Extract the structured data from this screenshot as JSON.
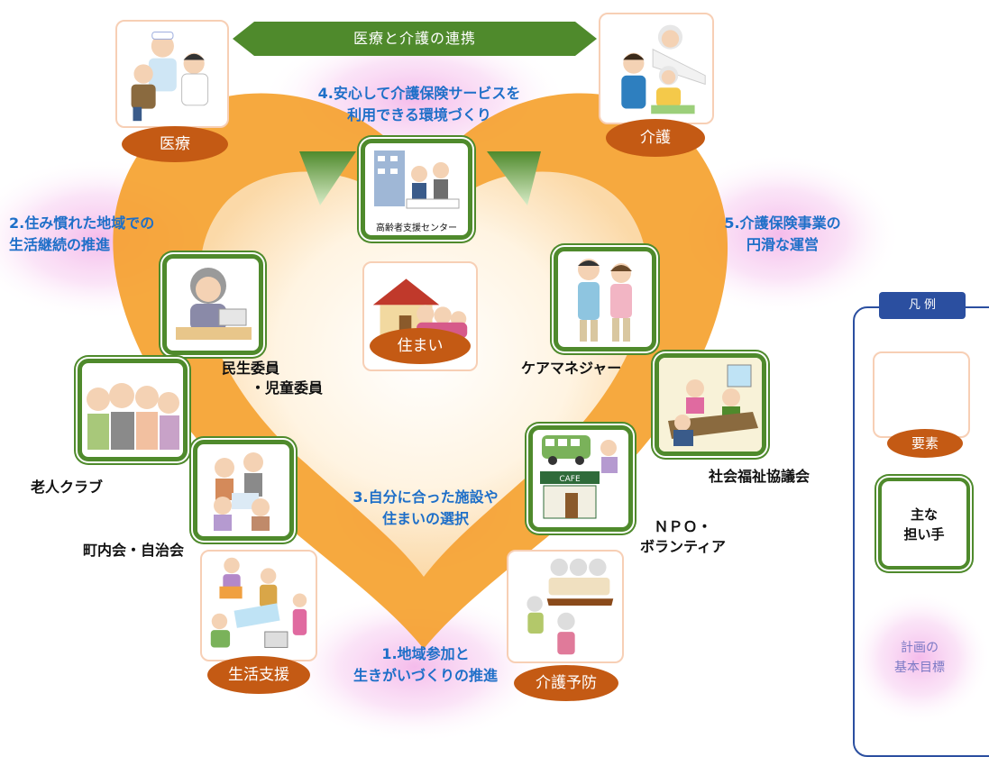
{
  "banner": "医療と介護の連携",
  "goals": {
    "g1": "1.地域参加と\n生きがいづくりの推進",
    "g2": "2.住み慣れた地域での\n生活継続の推進",
    "g3": "3.自分に合った施設や\n住まいの選択",
    "g4": "4.安心して介護保険サービスを\n利用できる環境づくり",
    "g5": "5.介護保険事業の\n円滑な運営"
  },
  "elements": {
    "iryo": "医療",
    "kaigo": "介護",
    "sumai": "住まい",
    "seikatsu_shien": "生活支援",
    "kaigo_yobo": "介護予防"
  },
  "actors": {
    "center": "高齢者支援センター",
    "minsei": "民生委員\n　　・児童委員",
    "rojin": "老人クラブ",
    "chonai": "町内会・自治会",
    "caremanager": "ケアマネジャー",
    "shakyo": "社会福祉協議会",
    "npo": "ＮＰＯ・\nボランティア"
  },
  "legend": {
    "title": "凡 例",
    "element": "要素",
    "actor": "主な\n担い手",
    "goal": "計画の\n基本目標"
  },
  "colors": {
    "heart": "#f5a02a",
    "heart_inner": "#fde6c4",
    "green": "#4f8a2c",
    "oval": "#c45a14",
    "goal_text": "#1e6fc8",
    "legend_border": "#2b4fa0",
    "glow": "#f4b8ea"
  }
}
